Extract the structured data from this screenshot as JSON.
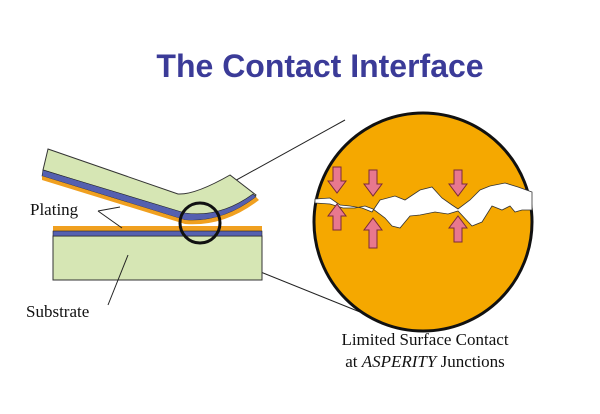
{
  "title": "The Contact Interface",
  "labels": {
    "plating": "Plating",
    "substrate": "Substrate"
  },
  "caption": {
    "line1": "Limited Surface Contact",
    "line2_prefix": "at ",
    "line2_emph": "ASPERITY",
    "line2_suffix": " Junctions"
  },
  "colors": {
    "title": "#3b3b98",
    "substrate": "#d6e6b4",
    "plating_blue": "#5560b0",
    "plating_gold": "#f0a020",
    "magnified": "#f5a800",
    "arrow": "#e8788e"
  }
}
